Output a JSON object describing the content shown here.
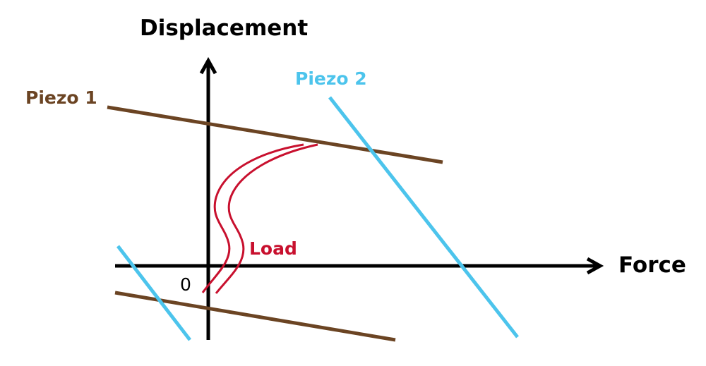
{
  "labels": {
    "y_axis": "Displacement",
    "x_axis": "Force",
    "origin": "0",
    "piezo1": "Piezo 1",
    "piezo2": "Piezo 2",
    "load": "Load"
  },
  "colors": {
    "axis": "#000000",
    "piezo1": "#6b4423",
    "piezo2": "#4cc4ec",
    "load": "#c8102e"
  }
}
